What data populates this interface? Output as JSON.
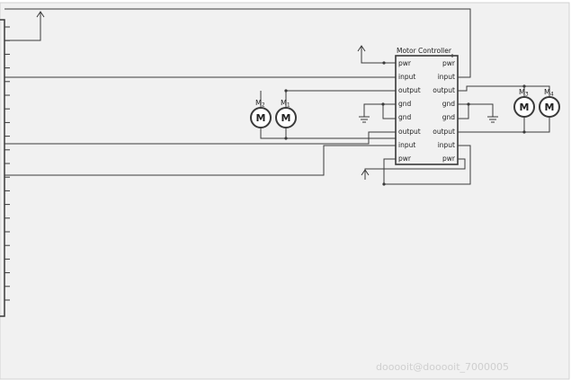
{
  "colors": {
    "background": "#f1f1f1",
    "wire": "#3a3a3a",
    "frame": "#d2d2d2"
  },
  "controller": {
    "title": "Motor Controller",
    "left_pins": [
      "pwr",
      "input",
      "output",
      "gnd",
      "gnd",
      "output",
      "input",
      "pwr"
    ],
    "right_pins": [
      "pwr",
      "input",
      "output",
      "gnd",
      "gnd",
      "output",
      "input",
      "pwr"
    ]
  },
  "motors": [
    {
      "label": "M",
      "sub": "2",
      "symbol": "M"
    },
    {
      "label": "M",
      "sub": "1",
      "symbol": "M"
    },
    {
      "label": "M",
      "sub": "3",
      "symbol": "M"
    },
    {
      "label": "M",
      "sub": "4",
      "symbol": "M"
    }
  ],
  "watermark": "dooooit@dooooit_7000005"
}
